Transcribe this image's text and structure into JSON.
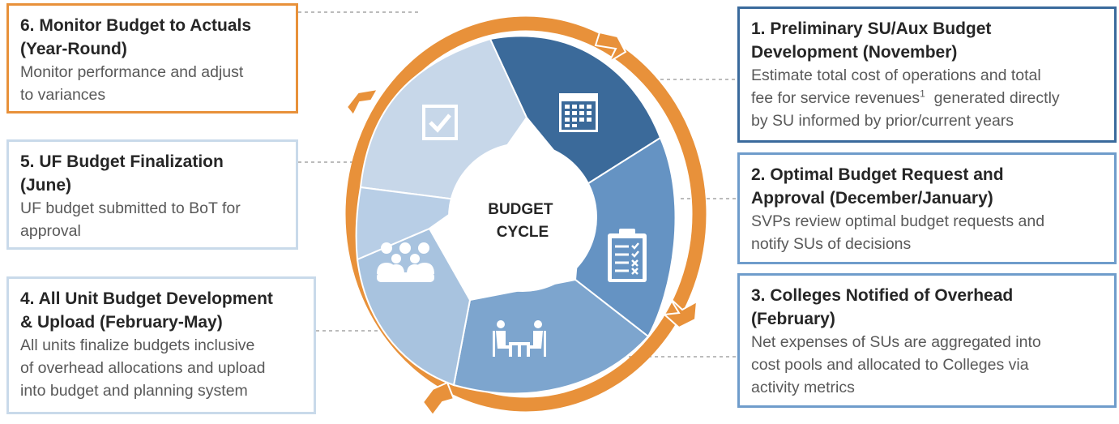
{
  "center_label": "BUDGET CYCLE",
  "center_lines": [
    "BUDGET",
    "CYCLE"
  ],
  "steps": [
    {
      "title": "1. Preliminary SU/Aux Budget Development (November)",
      "title_lines": [
        "1. Preliminary SU/Aux Budget",
        "Development (November)"
      ],
      "desc_lines": [
        "Estimate total cost of operations and total",
        "fee for service revenues",
        "generated directly",
        "by SU informed by prior/current years"
      ],
      "footnote": "1"
    },
    {
      "title": "2. Optimal Budget Request and Approval (December/January)",
      "title_lines": [
        "2. Optimal Budget Request and",
        "Approval (December/January)"
      ],
      "desc_lines": [
        "SVPs review optimal budget requests and",
        "notify SUs of decisions"
      ]
    },
    {
      "title": "3. Colleges Notified of Overhead (February)",
      "title_lines": [
        "3. Colleges Notified of Overhead",
        "(February)"
      ],
      "desc_lines": [
        "Net expenses of SUs are aggregated into",
        "cost pools and allocated to Colleges via",
        "activity metrics"
      ]
    },
    {
      "title": "4. All Unit Budget Development & Upload (February-May)",
      "title_lines": [
        "4. All Unit Budget Development",
        "& Upload (February-May)"
      ],
      "desc_lines": [
        "All units finalize budgets inclusive",
        "of overhead allocations and upload",
        "into budget and planning  system"
      ]
    },
    {
      "title": "5. UF Budget Finalization (June)",
      "title_lines": [
        "5. UF Budget Finalization",
        "(June)"
      ],
      "desc_lines": [
        "UF budget submitted to BoT for",
        "approval"
      ]
    },
    {
      "title": "6. Monitor Budget to Actuals (Year-Round)",
      "title_lines": [
        "6. Monitor Budget to Actuals",
        "(Year-Round)"
      ],
      "desc_lines": [
        "Monitor performance and adjust",
        "to variances"
      ]
    }
  ],
  "icons": [
    "calendar-icon",
    "checklist-icon",
    "meeting-icon",
    "team-icon",
    "checkbox-icon"
  ],
  "colors": {
    "orange": "#E8913A",
    "seg1": "#3B6A9A",
    "seg2": "#5F8FBF",
    "seg3": "#7BA4CE",
    "seg4": "#A3C0DE",
    "seg5": "#B6CCE4",
    "seg6": "#C7D7E9"
  }
}
